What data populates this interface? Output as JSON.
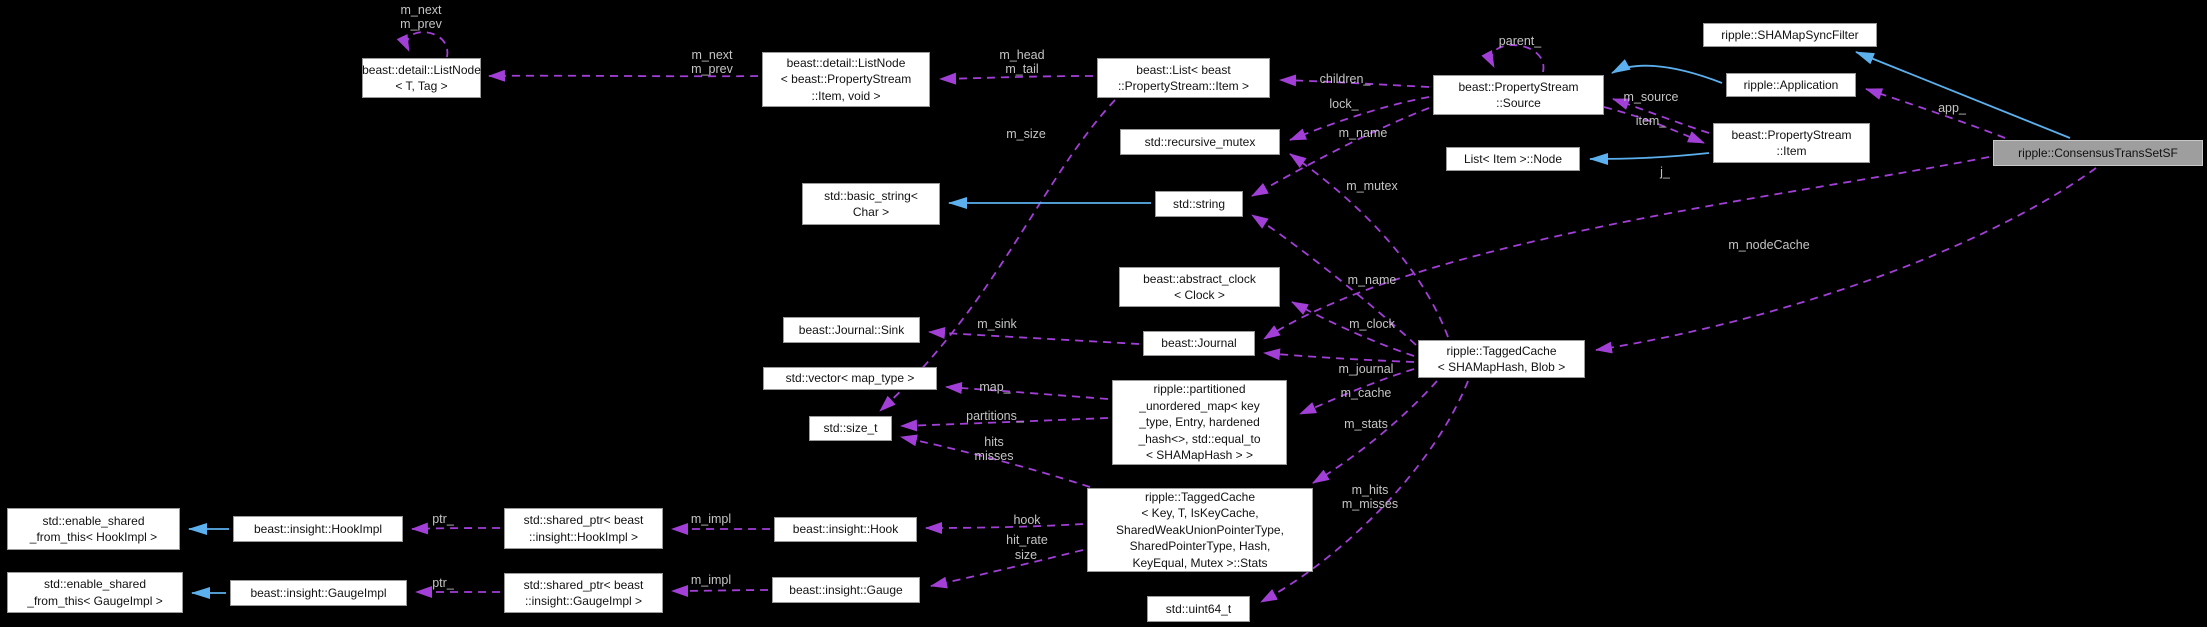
{
  "colors": {
    "background": "#000000",
    "node_fill": "#ffffff",
    "node_border": "#9a9a9a",
    "node_text": "#111111",
    "highlight_fill": "#9e9e9e",
    "highlight_border": "#c8c8c8",
    "edge_usage": "#a13fd6",
    "edge_inheritance": "#5cb0ee",
    "edge_label_text": "#c4c4c4"
  },
  "nodes": {
    "listnode_t_tag": "beast::detail::ListNode\n< T, Tag >",
    "listnode_item_void": "beast::detail::ListNode\n< beast::PropertyStream\n::Item, void >",
    "list_item": "beast::List< beast\n::PropertyStream::Item >",
    "recursive_mutex": "std::recursive_mutex",
    "string": "std::string",
    "basic_string": "std::basic_string<\nChar >",
    "abstract_clock": "beast::abstract_clock\n< Clock >",
    "journal": "beast::Journal",
    "journal_sink": "beast::Journal::Sink",
    "vector_map_type": "std::vector< map_type >",
    "size_t": "std::size_t",
    "partitioned_map": "ripple::partitioned\n_unordered_map< key\n_type, Entry, hardened\n_hash<>, std::equal_to\n< SHAMapHash > >",
    "tagged_cache": "ripple::TaggedCache\n< SHAMapHash, Blob >",
    "tagged_cache_stats": "ripple::TaggedCache\n< Key, T, IsKeyCache,\nSharedWeakUnionPointerType,\nSharedPointerType, Hash,\nKeyEqual, Mutex >::Stats",
    "uint64_t": "std::uint64_t",
    "propertystream_source": "beast::PropertyStream\n::Source",
    "list_item_node": "List< Item >::Node",
    "shamap_sync_filter": "ripple::SHAMapSyncFilter",
    "application": "ripple::Application",
    "propertystream_item": "beast::PropertyStream\n::Item",
    "consensus_trans_set_sf": "ripple::ConsensusTransSetSF",
    "enable_shared_hookimpl": "std::enable_shared\n_from_this< HookImpl >",
    "hookimpl": "beast::insight::HookImpl",
    "shared_ptr_hookimpl": "std::shared_ptr< beast\n::insight::HookImpl >",
    "hook": "beast::insight::Hook",
    "enable_shared_gaugeimpl": "std::enable_shared\n_from_this< GaugeImpl >",
    "gaugeimpl": "beast::insight::GaugeImpl",
    "shared_ptr_gaugeimpl": "std::shared_ptr< beast\n::insight::GaugeImpl >",
    "gauge": "beast::insight::Gauge"
  },
  "edge_labels": {
    "loop_next_prev": "m_next\nm_prev",
    "next_prev": "m_next\nm_prev",
    "head_tail": "m_head\nm_tail",
    "m_size": "m_size",
    "children": "children_",
    "lock": "lock_",
    "m_name_source": "m_name",
    "parent": "parent_",
    "m_source": "m_source",
    "item": "item_",
    "app": "app_",
    "j": "j_",
    "m_nodeCache": "m_nodeCache",
    "m_mutex": "m_mutex",
    "m_name_cache": "m_name",
    "m_clock": "m_clock",
    "m_journal": "m_journal",
    "m_cache": "m_cache",
    "m_stats": "m_stats",
    "m_hits_misses": "m_hits\nm_misses",
    "m_sink": "m_sink",
    "map": "map_",
    "partitions": "partitions_",
    "hits_misses": "hits\nmisses",
    "hook": "hook",
    "hit_rate": "hit_rate",
    "size": "size",
    "m_impl_hook": "m_impl",
    "m_impl_gauge": "m_impl",
    "ptr_hook": "ptr_",
    "ptr_gauge": "ptr_"
  }
}
